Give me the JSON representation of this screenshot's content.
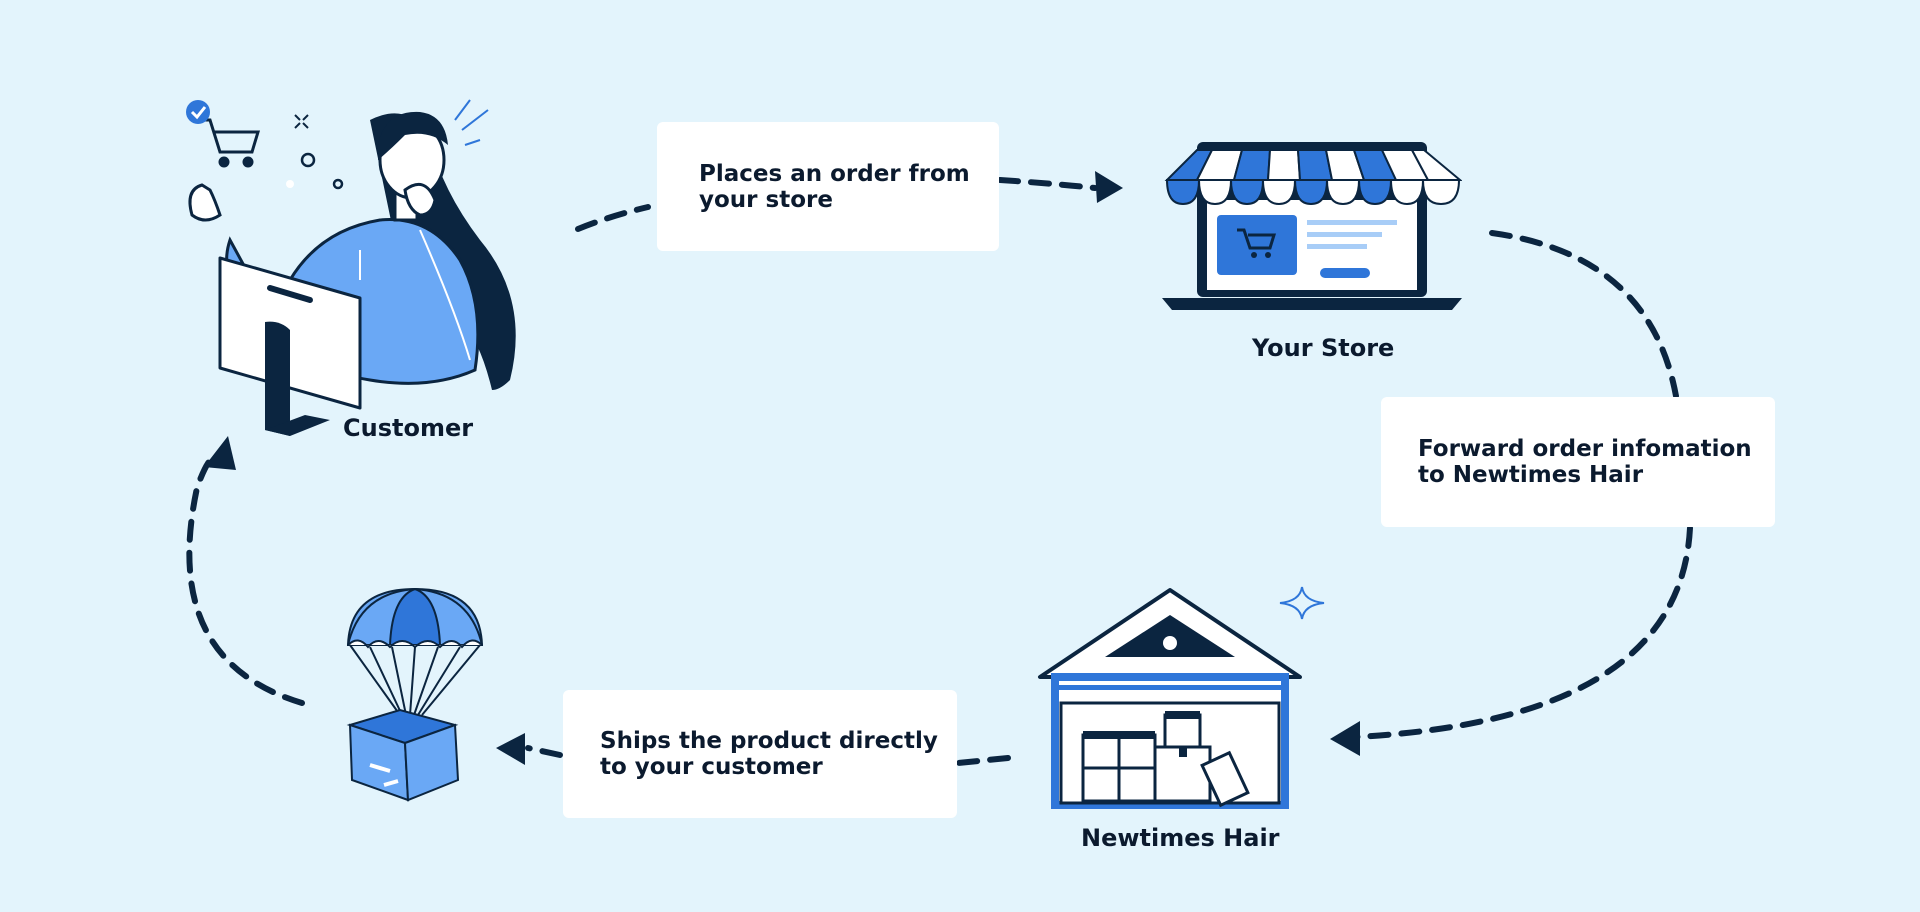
{
  "colors": {
    "background": "#e3f4fc",
    "navy": "#0b2540",
    "blue": "#2f76d9",
    "light_blue": "#6aa8f5",
    "box": "#ffffff"
  },
  "nodes": {
    "customer": {
      "label": "Customer",
      "icon": "customer-at-computer-icon"
    },
    "store": {
      "label": "Your Store",
      "icon": "storefront-laptop-icon"
    },
    "supplier": {
      "label": "Newtimes Hair",
      "icon": "warehouse-icon"
    },
    "parcel": {
      "icon": "parachute-package-icon"
    }
  },
  "steps": [
    {
      "line1": "Places an order from",
      "line2": "your store"
    },
    {
      "line1": "Forward order infomation",
      "line2": "to Newtimes Hair"
    },
    {
      "line1": "Ships the product directly",
      "line2": "to your customer"
    }
  ]
}
